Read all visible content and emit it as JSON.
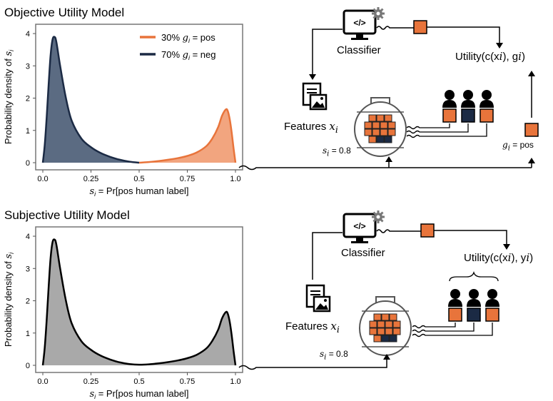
{
  "colors": {
    "orange": "#e8743b",
    "orange_fill": "#f2a57f",
    "navy": "#1b2a44",
    "navy_fill": "#5b6b82",
    "gray_fill": "#a9a9a9",
    "axis": "#555555"
  },
  "objective": {
    "title": "Objective Utility Model",
    "classifier_label": "Classifier",
    "features_label": "Features",
    "utility_label": "Utility(c(x",
    "utility_tail": "), g",
    "utility_end": ")",
    "s_label": "= 0.8",
    "g_label": "= pos"
  },
  "subjective": {
    "title": "Subjective Utility Model",
    "classifier_label": "Classifier",
    "features_label": "Features",
    "utility_label": "Utility(c(x",
    "utility_tail": "), y",
    "utility_end": ")",
    "s_label": "= 0.8"
  },
  "icons": [
    "monitor-code-icon",
    "gear-icon",
    "document-image-icon",
    "urn-icon",
    "person-icon",
    "label-square-icon"
  ],
  "chart_data": [
    {
      "type": "area",
      "xlabel": "s_i = Pr[pos human label]",
      "ylabel": "Probability density of s_i",
      "xlim": [
        0,
        1
      ],
      "ylim": [
        0,
        4.2
      ],
      "xticks": [
        "0.0",
        "0.25",
        "0.5",
        "0.75",
        "1.0"
      ],
      "yticks": [
        "0",
        "1",
        "2",
        "3",
        "4"
      ],
      "legend_placement": "top-right",
      "series": [
        {
          "name": "30% g_i = pos",
          "color": "#e8743b",
          "x": [
            0.5,
            0.55,
            0.6,
            0.65,
            0.7,
            0.75,
            0.8,
            0.85,
            0.88,
            0.91,
            0.93,
            0.95,
            0.96,
            0.97,
            0.98,
            0.99,
            1.0
          ],
          "y": [
            0.0,
            0.02,
            0.05,
            0.09,
            0.14,
            0.21,
            0.32,
            0.52,
            0.75,
            1.1,
            1.45,
            1.65,
            1.6,
            1.35,
            0.95,
            0.45,
            0.0
          ]
        },
        {
          "name": "70% g_i = neg",
          "color": "#1b2a44",
          "x": [
            0.0,
            0.01,
            0.02,
            0.03,
            0.04,
            0.05,
            0.06,
            0.07,
            0.09,
            0.12,
            0.15,
            0.2,
            0.25,
            0.3,
            0.35,
            0.4,
            0.45,
            0.5
          ],
          "y": [
            0.0,
            0.55,
            1.4,
            2.4,
            3.3,
            3.8,
            3.9,
            3.75,
            3.0,
            2.0,
            1.3,
            0.75,
            0.48,
            0.3,
            0.18,
            0.09,
            0.03,
            0.0
          ]
        }
      ]
    },
    {
      "type": "area",
      "xlabel": "s_i = Pr[pos human label]",
      "ylabel": "Probability density of s_i",
      "xlim": [
        0,
        1
      ],
      "ylim": [
        0,
        4.2
      ],
      "xticks": [
        "0.0",
        "0.25",
        "0.5",
        "0.75",
        "1.0"
      ],
      "yticks": [
        "0",
        "1",
        "2",
        "3",
        "4"
      ],
      "series": [
        {
          "color": "#000000",
          "x": [
            0.0,
            0.01,
            0.02,
            0.03,
            0.04,
            0.05,
            0.06,
            0.07,
            0.09,
            0.12,
            0.15,
            0.2,
            0.25,
            0.3,
            0.35,
            0.4,
            0.45,
            0.5,
            0.55,
            0.6,
            0.65,
            0.7,
            0.75,
            0.8,
            0.85,
            0.88,
            0.91,
            0.93,
            0.95,
            0.96,
            0.97,
            0.98,
            0.99,
            1.0
          ],
          "y": [
            0.0,
            0.55,
            1.4,
            2.4,
            3.3,
            3.8,
            3.9,
            3.75,
            3.0,
            2.0,
            1.3,
            0.75,
            0.48,
            0.3,
            0.18,
            0.09,
            0.04,
            0.02,
            0.03,
            0.06,
            0.1,
            0.15,
            0.22,
            0.33,
            0.53,
            0.76,
            1.1,
            1.45,
            1.65,
            1.6,
            1.35,
            0.95,
            0.45,
            0.0
          ]
        }
      ]
    }
  ]
}
